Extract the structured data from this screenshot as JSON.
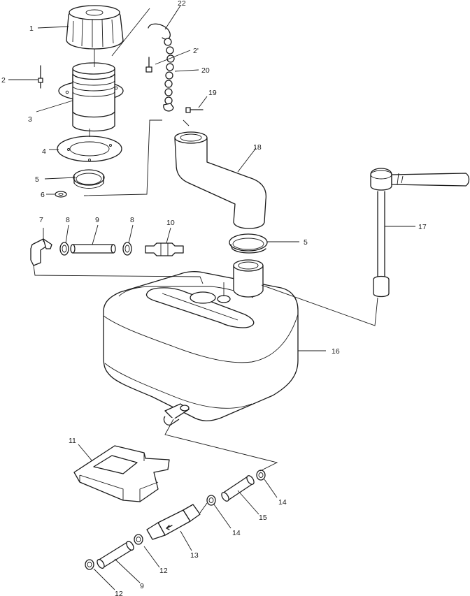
{
  "callouts": [
    {
      "id": "c1",
      "text": "1"
    },
    {
      "id": "c2",
      "text": "2"
    },
    {
      "id": "c3",
      "text": "3"
    },
    {
      "id": "c4",
      "text": "4"
    },
    {
      "id": "c5a",
      "text": "5"
    },
    {
      "id": "c6",
      "text": "6"
    },
    {
      "id": "c22",
      "text": "22"
    },
    {
      "id": "c21",
      "text": "2'"
    },
    {
      "id": "c20",
      "text": "20"
    },
    {
      "id": "c19",
      "text": "19"
    },
    {
      "id": "c18",
      "text": "18"
    },
    {
      "id": "c7",
      "text": "7"
    },
    {
      "id": "c8a",
      "text": "8"
    },
    {
      "id": "c9a",
      "text": "9"
    },
    {
      "id": "c8b",
      "text": "8"
    },
    {
      "id": "c10",
      "text": "10"
    },
    {
      "id": "c5b",
      "text": "5"
    },
    {
      "id": "c17",
      "text": "17"
    },
    {
      "id": "c16",
      "text": "16"
    },
    {
      "id": "c11",
      "text": "11"
    },
    {
      "id": "c14a",
      "text": "14"
    },
    {
      "id": "c15",
      "text": "15"
    },
    {
      "id": "c14b",
      "text": "14"
    },
    {
      "id": "c13",
      "text": "13"
    },
    {
      "id": "c12a",
      "text": "12"
    },
    {
      "id": "c9b",
      "text": "9"
    },
    {
      "id": "c12b",
      "text": "12"
    }
  ]
}
